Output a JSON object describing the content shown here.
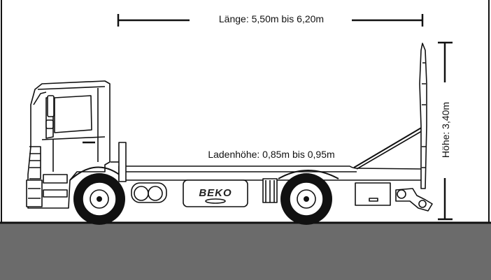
{
  "diagram": {
    "length_label": "Länge: 5,50m bis 6,20m",
    "height_label": "Höhe: 3,40m",
    "bed_height_label": "Ladenhöhe: 0,85m bis 0,95m",
    "tank_brand": "BEKO"
  },
  "colors": {
    "background": "#ffffff",
    "ground": "#6b6b6b",
    "outline": "#111111"
  }
}
